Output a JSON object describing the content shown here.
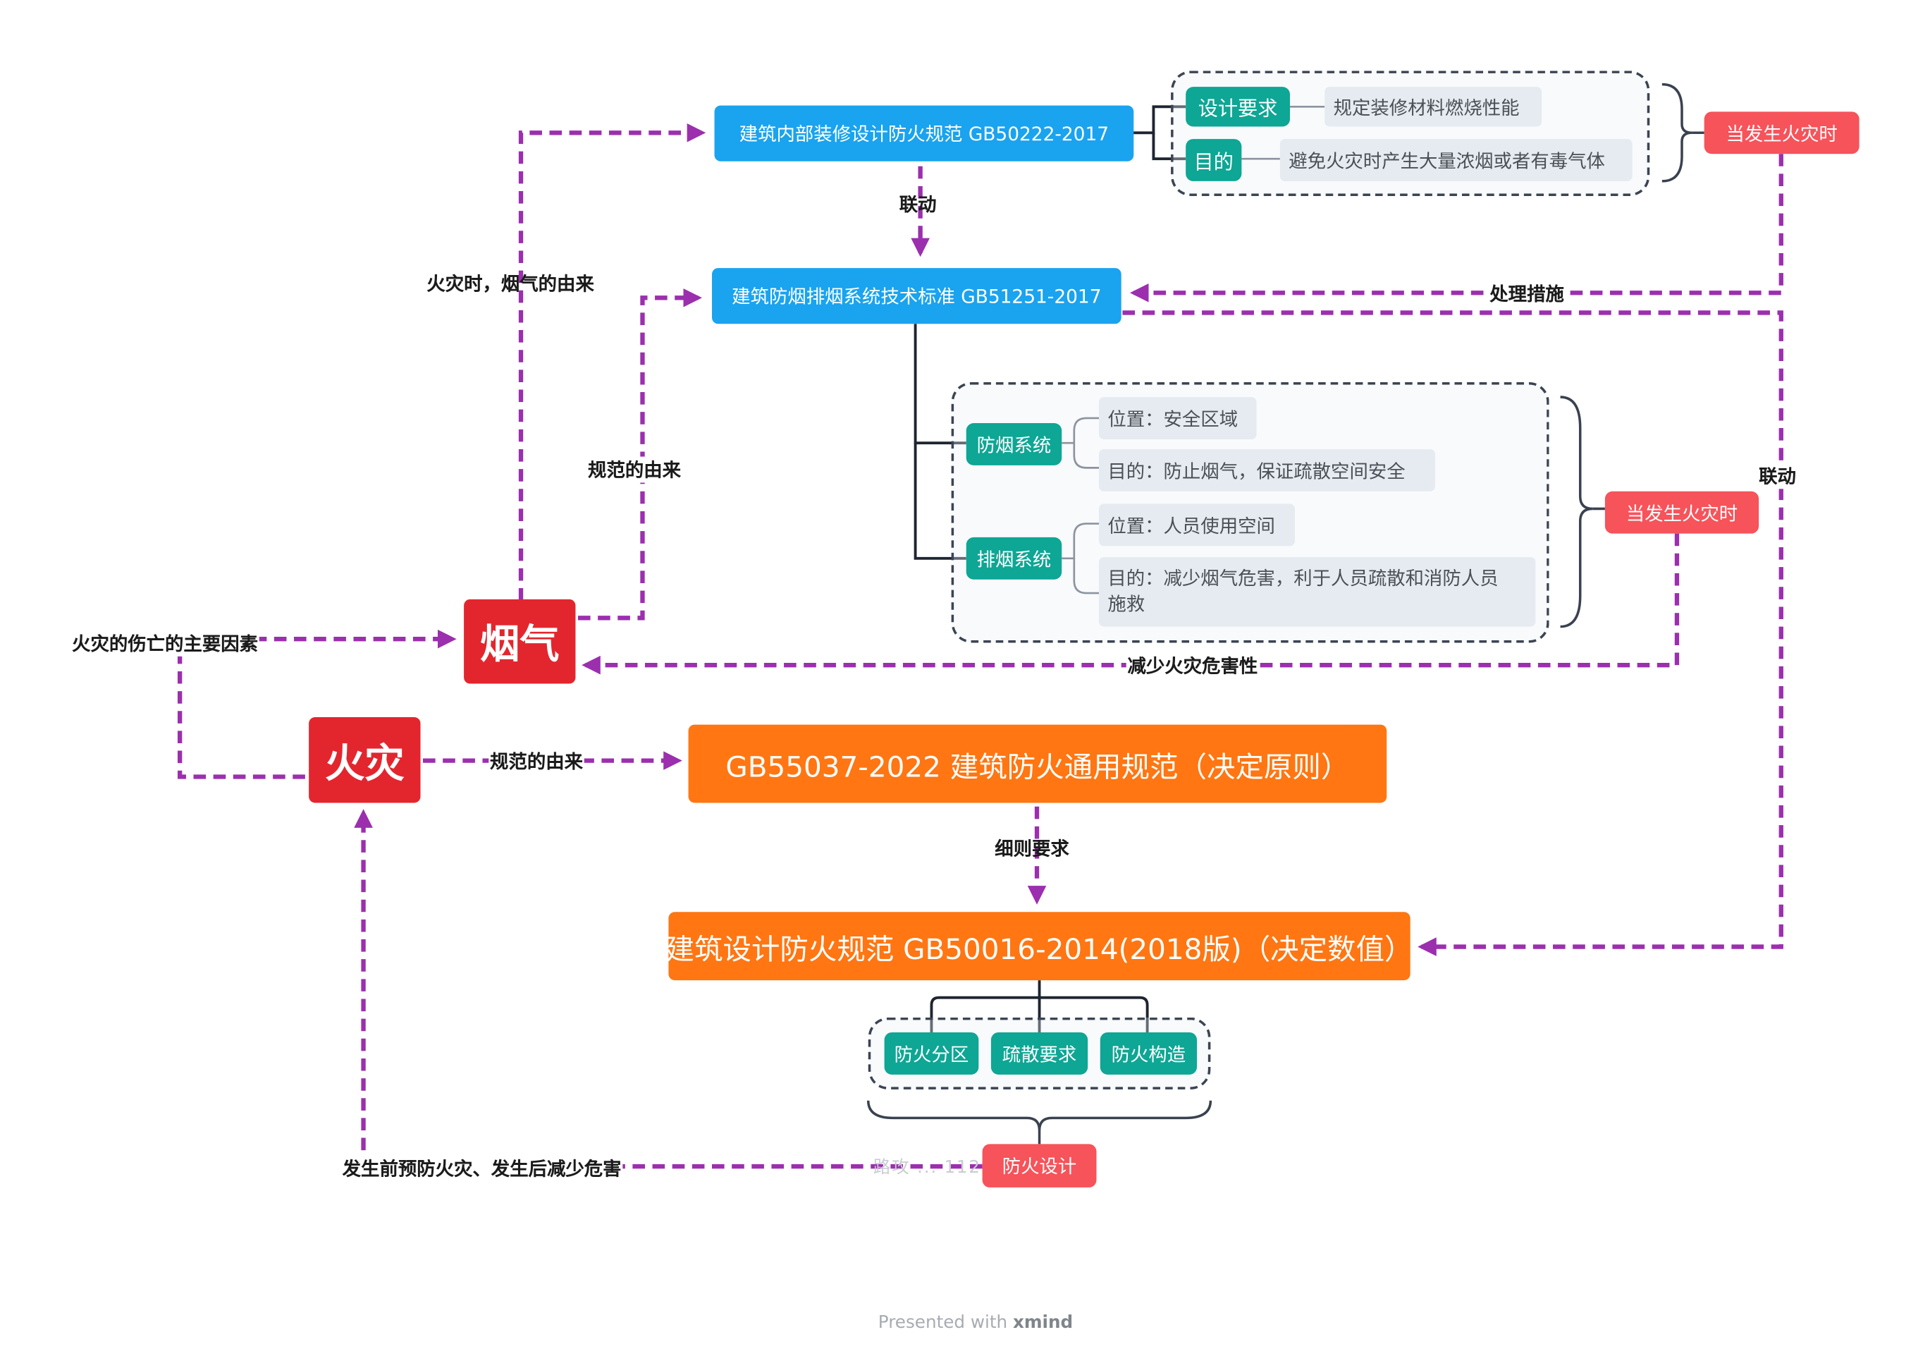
{
  "colors": {
    "arrow": "#9b2fae",
    "blue_node": "#1aa3ef",
    "orange_node": "#ff7612",
    "teal_node": "#0ea694",
    "coral_node": "#f6535a",
    "red_node": "#e3262e"
  },
  "nodes": {
    "interior_spec": "建筑内部装修设计防火规范 GB50222-2017",
    "smoke_spec": "建筑防烟排烟系统技术标准 GB51251-2017",
    "general_spec": "GB55037-2022 建筑防火通用规范（决定原则）",
    "design_spec": "建筑设计防火规范 GB50016-2014(2018版)（决定数值）",
    "smoke": "烟气",
    "fire": "火灾"
  },
  "interior_details": {
    "design_req": "设计要求",
    "design_req_detail": "规定装修材料燃烧性能",
    "purpose": "目的",
    "purpose_detail": "避免火灾时产生大量浓烟或者有毒气体",
    "summary": "当发生火灾时"
  },
  "smoke_details": {
    "prevention": "防烟系统",
    "prevention_location": "位置：安全区域",
    "prevention_purpose": "目的：防止烟气，保证疏散空间安全",
    "exhaust": "排烟系统",
    "exhaust_location": "位置：人员使用空间",
    "exhaust_purpose_line1": "目的：减少烟气危害，利于人员疏散和消防人员",
    "exhaust_purpose_line2": "施救",
    "summary": "当发生火灾时"
  },
  "design_details": {
    "items": [
      "防火分区",
      "疏散要求",
      "防火构造"
    ],
    "summary": "防火设计"
  },
  "edge_labels": {
    "linkage_top": "联动",
    "fire_smoke_origin": "火灾时，烟气的由来",
    "spec_origin_smoke": "规范的由来",
    "measures": "处理措施",
    "linkage_right": "联动",
    "reduce_harm": "减少火灾危害性",
    "main_factor": "火灾的伤亡的主要因素",
    "spec_origin_fire": "规范的由来",
    "detail_req": "细则要求",
    "prevent": "发生前预防火灾、发生后减少危害"
  },
  "watermark": "路攻 ... 1129",
  "footer": {
    "prefix": "Presented with",
    "brand": "xmind"
  }
}
